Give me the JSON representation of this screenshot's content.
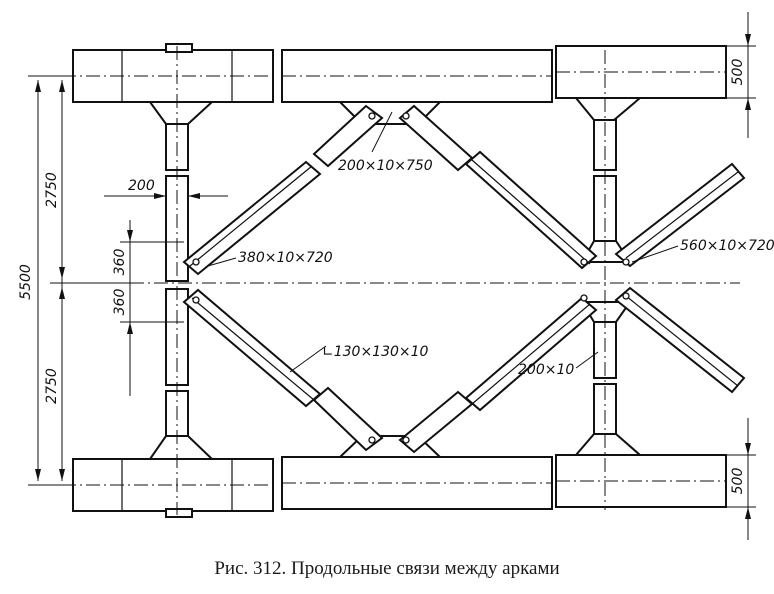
{
  "caption": "Рис. 312. Продольные связи между арками",
  "dimensions": {
    "total_height": "5500",
    "half_upper": "2750",
    "half_lower": "2750",
    "gap_upper": "360",
    "gap_lower": "360",
    "offset": "200",
    "beam_top": "500",
    "beam_bottom": "500"
  },
  "labels": {
    "plate_top": "200×10×750",
    "plate_left": "380×10×720",
    "plate_right": "560×10×720",
    "angle": "∟130×130×10",
    "strip": "200×10"
  }
}
